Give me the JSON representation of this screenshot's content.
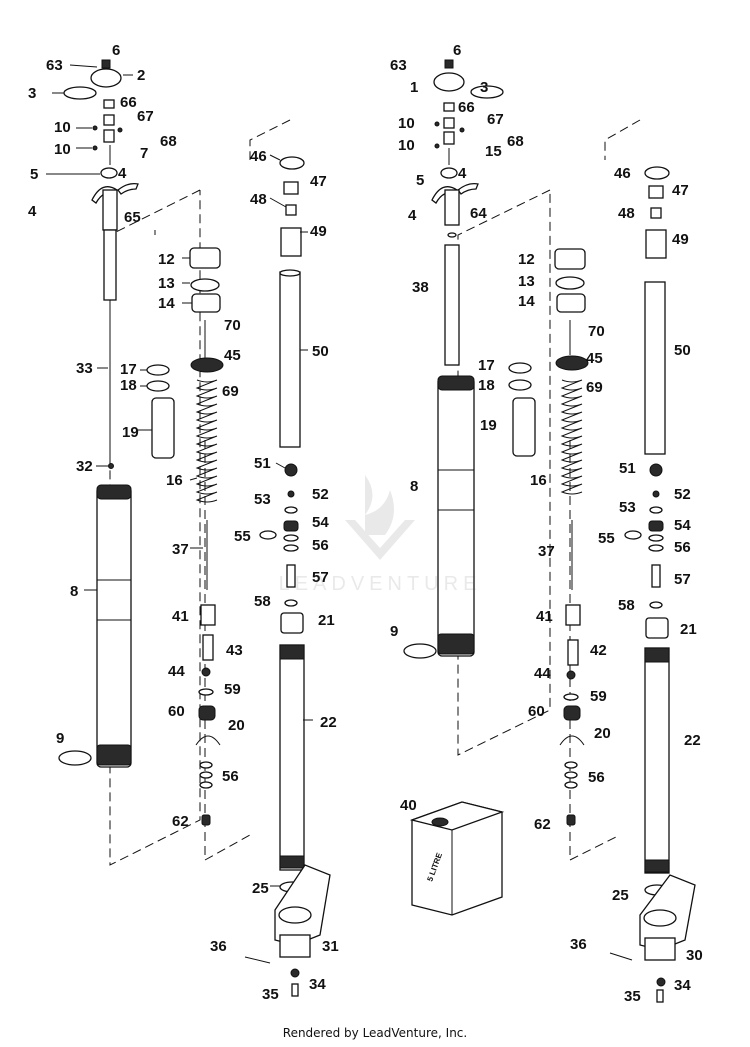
{
  "callouts_left": [
    "63",
    "6",
    "2",
    "3",
    "66",
    "10",
    "67",
    "68",
    "10",
    "7",
    "5",
    "4",
    "4",
    "65",
    "12",
    "13",
    "14",
    "70",
    "45",
    "69",
    "17",
    "18",
    "19",
    "33",
    "16",
    "46",
    "47",
    "48",
    "49",
    "50",
    "32",
    "51",
    "52",
    "53",
    "54",
    "55",
    "56",
    "8",
    "37",
    "57",
    "58",
    "21",
    "41",
    "43",
    "44",
    "59",
    "60",
    "20",
    "22",
    "9",
    "56",
    "62",
    "25",
    "36",
    "31",
    "35",
    "34"
  ],
  "callouts_right": [
    "63",
    "6",
    "1",
    "3",
    "66",
    "10",
    "67",
    "68",
    "10",
    "15",
    "5",
    "4",
    "4",
    "64",
    "12",
    "13",
    "14",
    "70",
    "38",
    "45",
    "69",
    "17",
    "18",
    "19",
    "16",
    "46",
    "47",
    "48",
    "49",
    "50",
    "8",
    "51",
    "52",
    "53",
    "54",
    "55",
    "56",
    "37",
    "57",
    "58",
    "9",
    "41",
    "42",
    "21",
    "44",
    "59",
    "60",
    "20",
    "22",
    "56",
    "40",
    "62",
    "25",
    "36",
    "30",
    "35",
    "34"
  ],
  "canister_label": "5 LITRE",
  "watermark_text": "LEADVENTURE",
  "footer": "Rendered by LeadVenture, Inc."
}
